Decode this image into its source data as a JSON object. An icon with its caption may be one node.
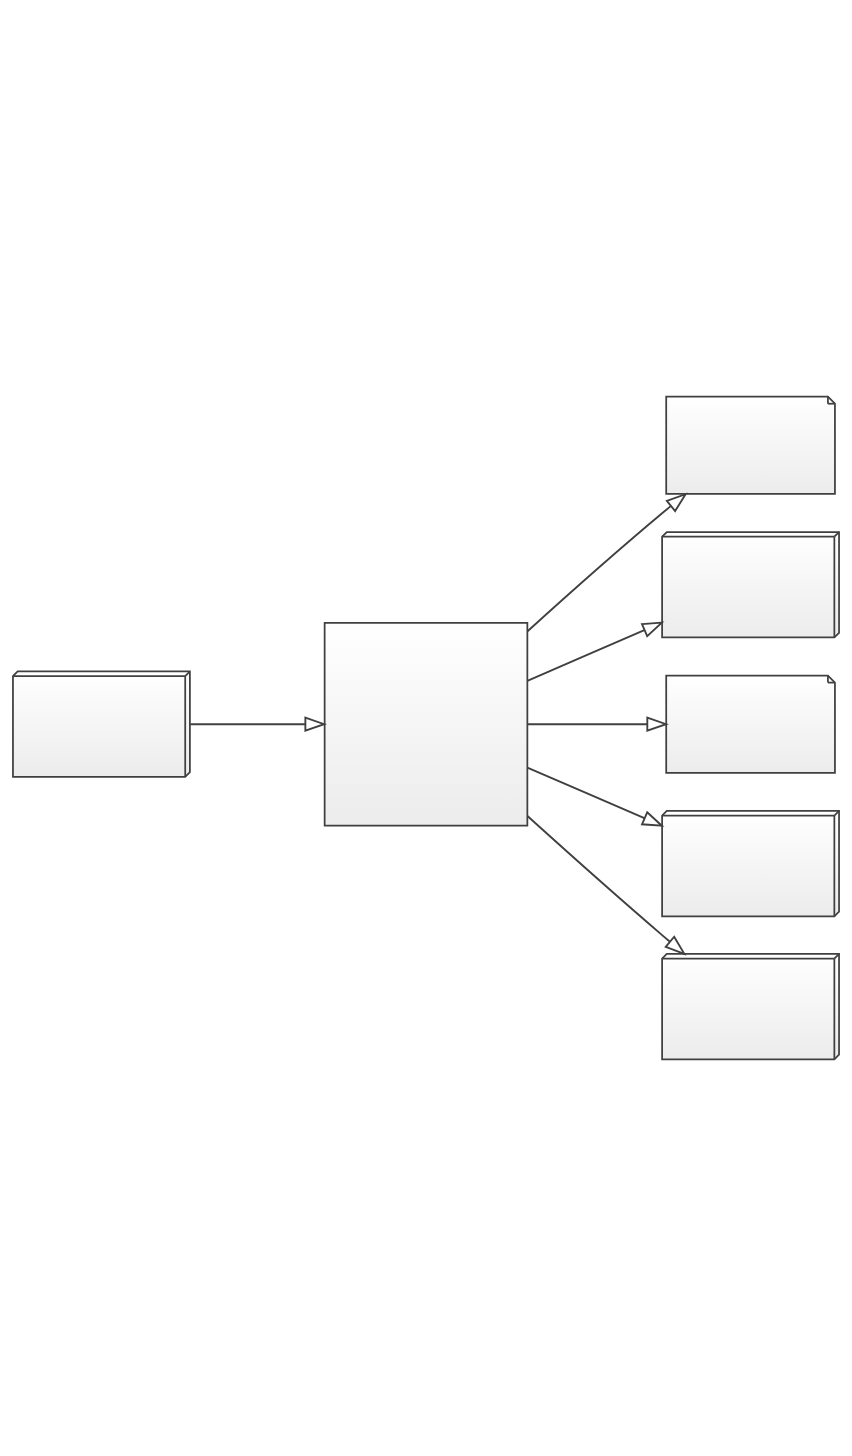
{
  "diagram": {
    "nodes": [
      {
        "text": [],
        "shape": "documents"
      },
      {
        "text": [],
        "shape": "box"
      },
      {
        "text": [],
        "shape": "document"
      },
      {
        "text": [],
        "shape": "documents"
      },
      {
        "text": [],
        "shape": "document"
      },
      {
        "text": [],
        "shape": "documents"
      },
      {
        "text": [],
        "shape": "documents"
      }
    ],
    "edges": [
      {
        "from": 0,
        "to": 1,
        "arrow": "to"
      },
      {
        "from": 1,
        "to": 2,
        "arrow": "to"
      },
      {
        "from": 1,
        "to": 3,
        "arrow": "to"
      },
      {
        "from": 1,
        "to": 4,
        "arrow": "to"
      },
      {
        "from": 1,
        "to": 5,
        "arrow": "to"
      },
      {
        "from": 1,
        "to": 6,
        "arrow": "to"
      }
    ]
  }
}
